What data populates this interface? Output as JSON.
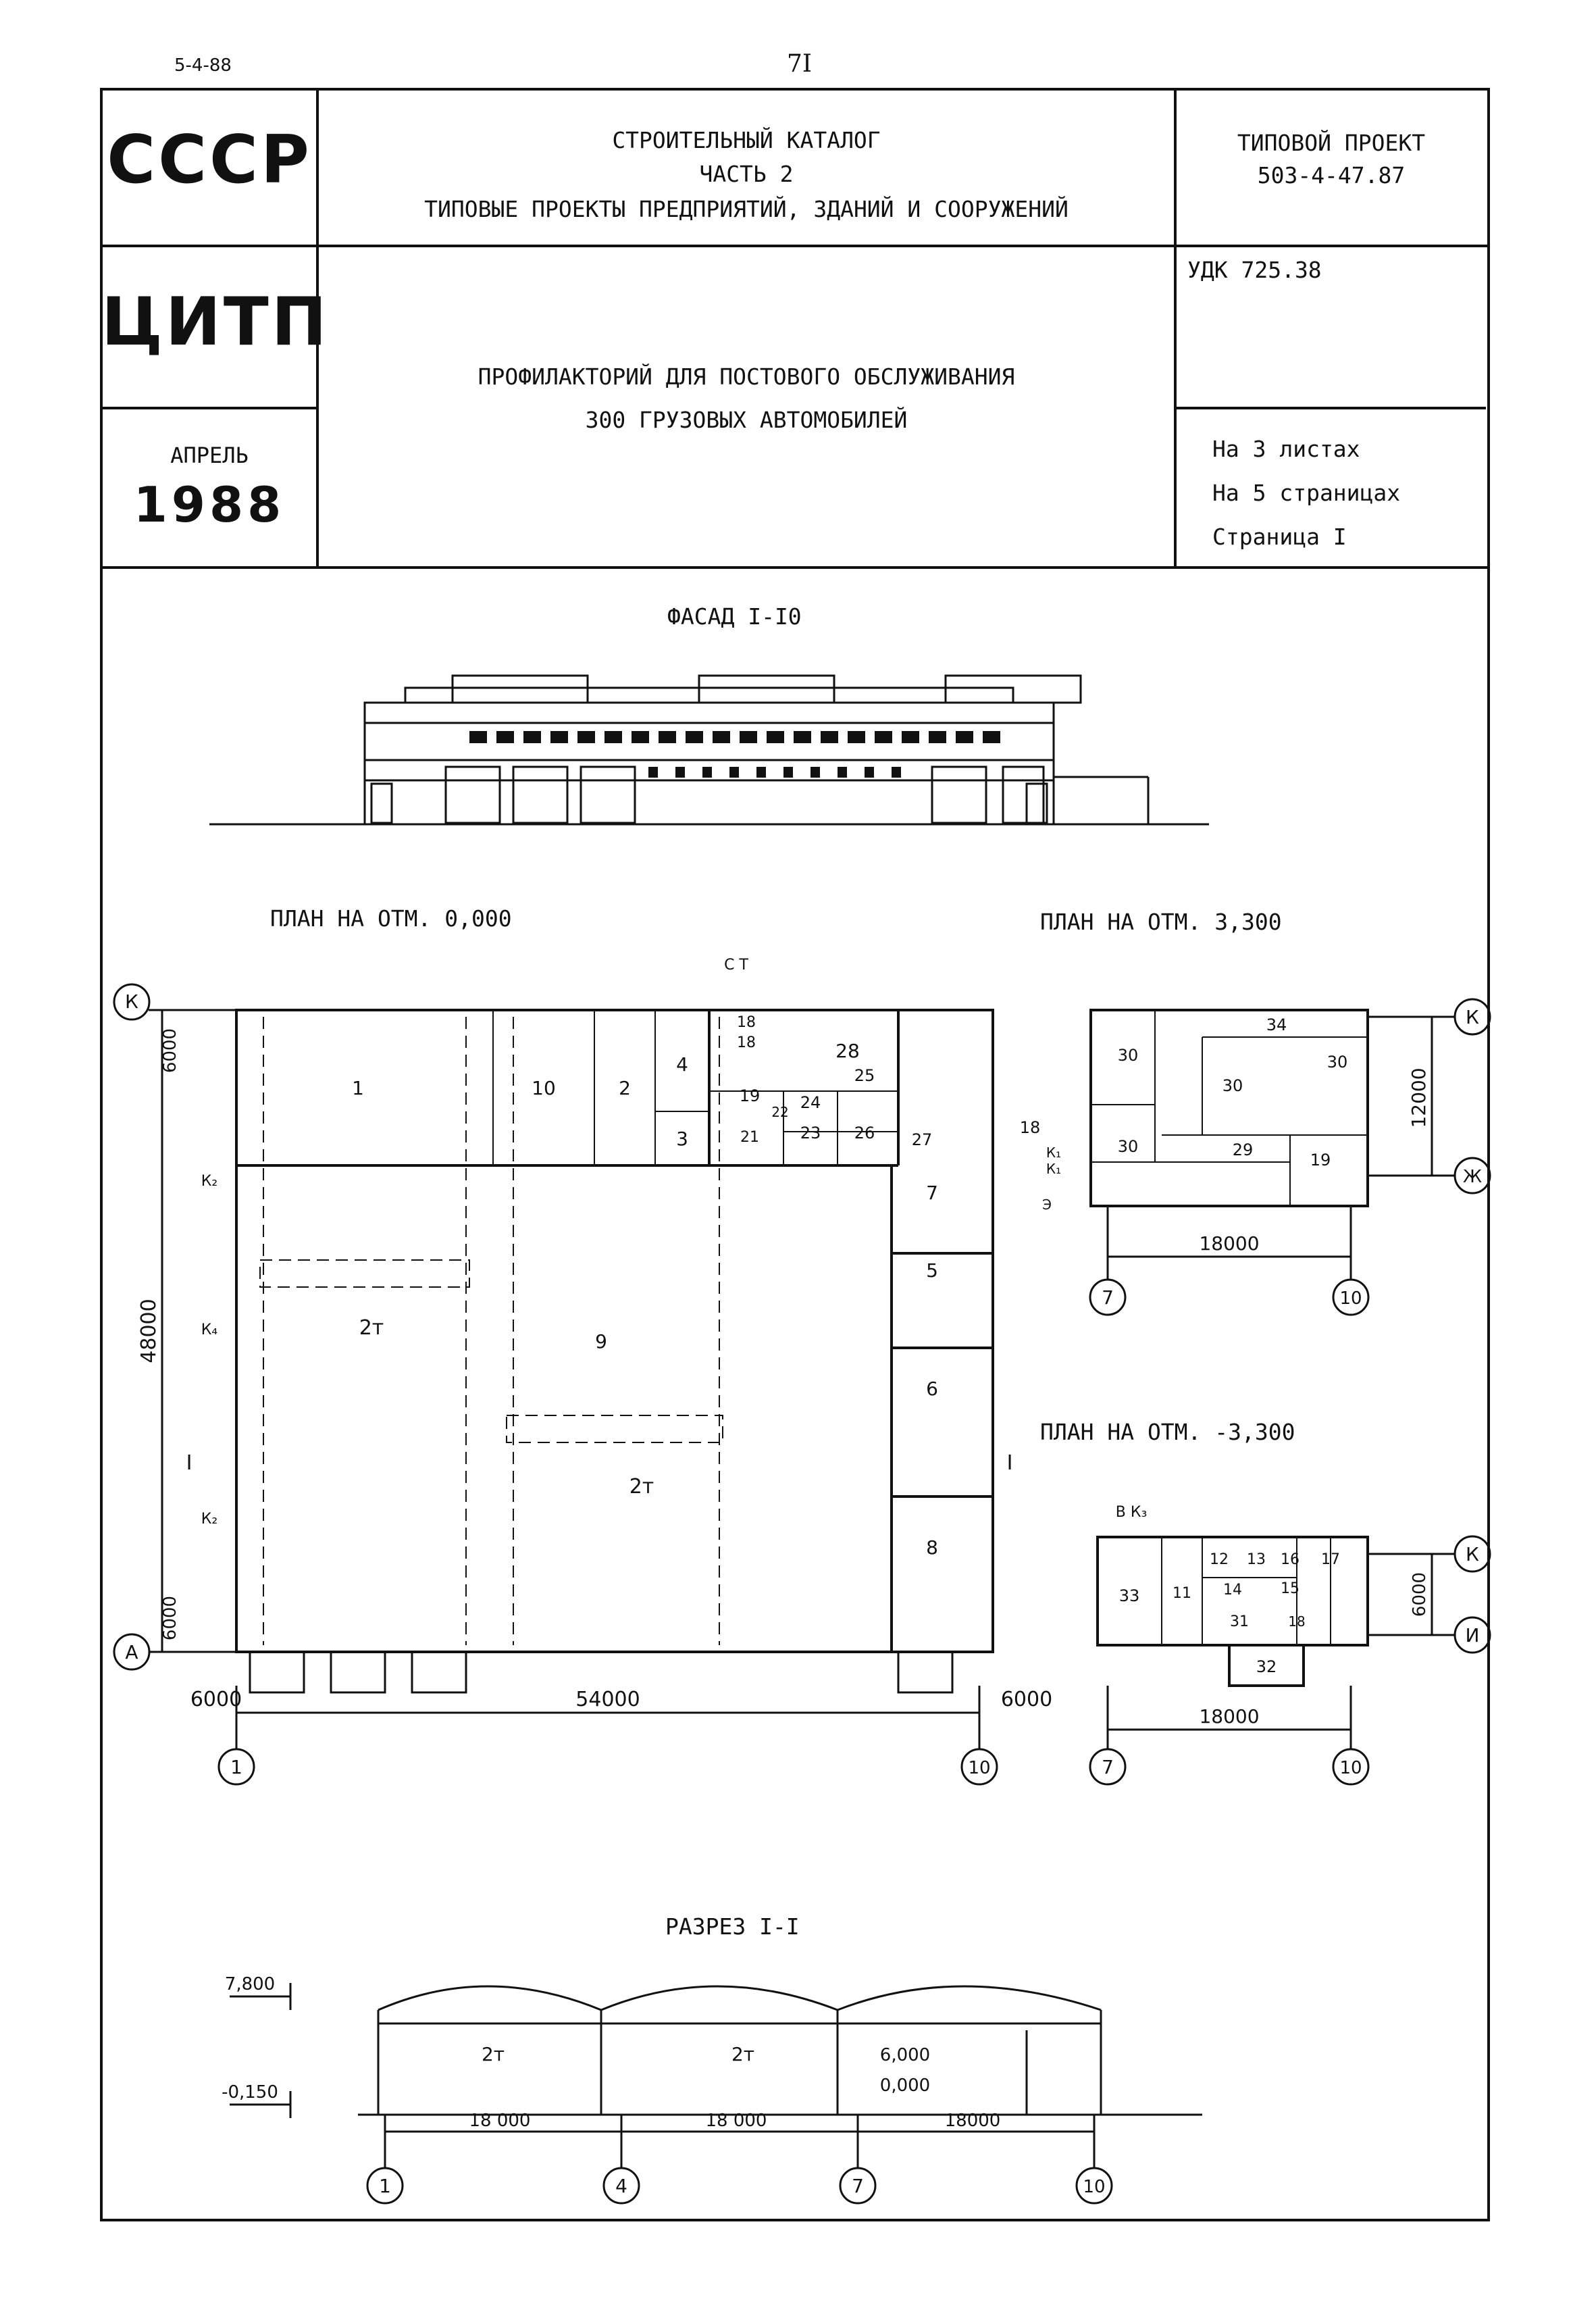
{
  "page": {
    "code": "5-4-88",
    "number": "7I"
  },
  "header": {
    "country": "СССР",
    "org": "ЦИТП",
    "month": "АПРЕЛЬ",
    "year": "1988",
    "catalog_line1": "СТРОИТЕЛЬНЫЙ КАТАЛОГ",
    "catalog_line2": "ЧАСТЬ 2",
    "catalog_line3": "ТИПОВЫЕ ПРОЕКТЫ ПРЕДПРИЯТИЙ, ЗДАНИЙ И СООРУЖЕНИЙ",
    "project_label": "ТИПОВОЙ ПРОЕКТ",
    "project_number": "503-4-47.87",
    "udk": "УДК 725.38",
    "title_line1": "ПРОФИЛАКТОРИЙ ДЛЯ ПОСТОВОГО ОБСЛУЖИВАНИЯ",
    "title_line2": "300 ГРУЗОВЫХ АВТОМОБИЛЕЙ",
    "sheets": "На 3 листах",
    "pages": "На 5 страницах",
    "page_no": "Страница I"
  },
  "drawings": {
    "facade_title": "ФАСАД I-I0",
    "plan0_title": "ПЛАН НА ОТМ. 0,000",
    "plan1_title": "ПЛАН НА ОТМ. 3,300",
    "plan2_title": "ПЛАН НА ОТМ. -3,300",
    "section_title": "РАЗРЕЗ I-I"
  },
  "plan0": {
    "axis_k": "К",
    "axis_a": "А",
    "axis_1": "1",
    "axis_10": "10",
    "dim_total_width": "54000",
    "dim_left": "6000",
    "dim_right": "6000",
    "dim_height": "48000",
    "dim_top": "6000",
    "dim_bottom": "6000",
    "crane_left": "2т",
    "crane_mid": "2т",
    "marks_ct": "С Т",
    "section_mark": "I",
    "rooms": [
      "1",
      "10",
      "2",
      "4",
      "3",
      "9",
      "28",
      "18",
      "18",
      "19",
      "21",
      "22",
      "23",
      "24",
      "25",
      "26",
      "27",
      "7",
      "5",
      "6",
      "8",
      "18"
    ],
    "entry_marks": [
      "К₂",
      "К₄",
      "К₂",
      "К₁",
      "К₁",
      "Э"
    ]
  },
  "plan1": {
    "axis_k": "К",
    "axis_zh": "Ж",
    "axis_7": "7",
    "axis_10": "10",
    "dim_width": "18000",
    "dim_height": "12000",
    "rooms": [
      "30",
      "34",
      "30",
      "30",
      "30",
      "29",
      "19"
    ]
  },
  "plan2": {
    "axis_k": "К",
    "axis_i": "И",
    "axis_7": "7",
    "axis_10": "10",
    "dim_width": "18000",
    "dim_height": "6000",
    "marks": "В К₃",
    "rooms": [
      "33",
      "11",
      "12",
      "13",
      "16",
      "17",
      "14",
      "15",
      "31",
      "18",
      "32"
    ]
  },
  "section": {
    "elev_top": "7,800",
    "elev_bottom": "-0,150",
    "elev_600": "6,000",
    "elev_000": "0,000",
    "crane1": "2т",
    "crane2": "2т",
    "dims": [
      "18 000",
      "18 000",
      "18000"
    ],
    "axes": [
      "1",
      "4",
      "7",
      "10"
    ]
  }
}
